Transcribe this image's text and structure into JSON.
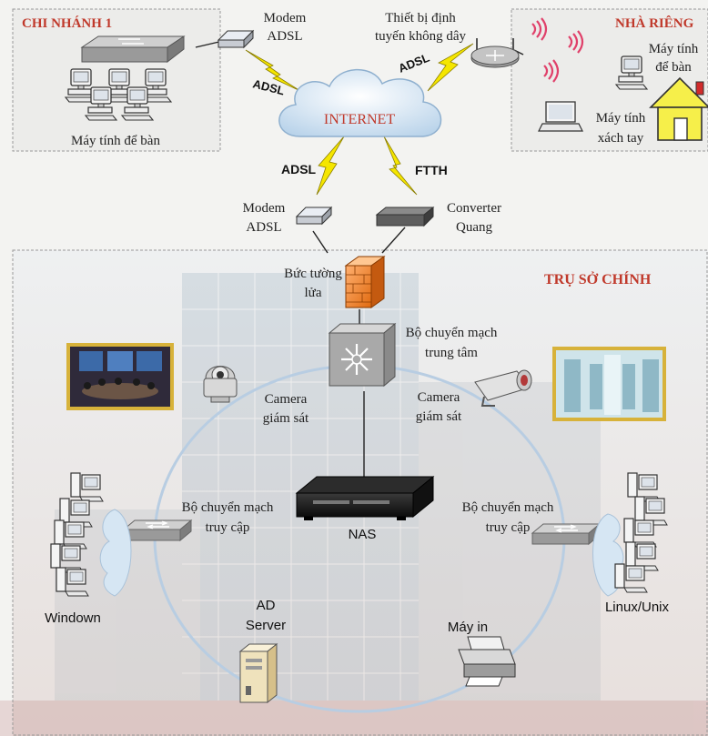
{
  "regions": {
    "branch": "CHI NHÁNH 1",
    "home": "NHÀ RIÊNG",
    "hq": "TRỤ SỞ CHÍNH"
  },
  "labels": {
    "branch_desktops": "Máy tính để bàn",
    "modem_top_1": "Modem",
    "modem_top_2": "ADSL",
    "router_1": "Thiết bị định",
    "router_2": "tuyến không dây",
    "home_desktop_1": "Máy tính",
    "home_desktop_2": "để bàn",
    "home_laptop_1": "Máy tính",
    "home_laptop_2": "xách tay",
    "internet": "INTERNET",
    "modem_bottom_1": "Modem",
    "modem_bottom_2": "ADSL",
    "converter_1": "Converter",
    "converter_2": "Quang",
    "firewall_1": "Bức tường",
    "firewall_2": "lửa",
    "core_switch_1": "Bộ chuyển mạch",
    "core_switch_2": "trung tâm",
    "camera_left_1": "Camera",
    "camera_left_2": "giám sát",
    "camera_right_1": "Camera",
    "camera_right_2": "giám sát",
    "access_left_1": "Bộ chuyển mạch",
    "access_left_2": "truy cập",
    "access_right_1": "Bộ chuyển mạch",
    "access_right_2": "truy cập",
    "nas": "NAS",
    "windows": "Windown",
    "linux": "Linux/Unix",
    "ad_1": "AD",
    "ad_2": "Server",
    "printer": "Máy in"
  },
  "links": {
    "adsl_branch": "ADSL",
    "adsl_home": "ADSL",
    "adsl_hq": "ADSL",
    "ftth": "FTTH"
  },
  "colors": {
    "region_title": "#c0392b",
    "lightning": "#f5e600",
    "cloud": "#cfe3f1",
    "ring": "#b8cde2"
  }
}
